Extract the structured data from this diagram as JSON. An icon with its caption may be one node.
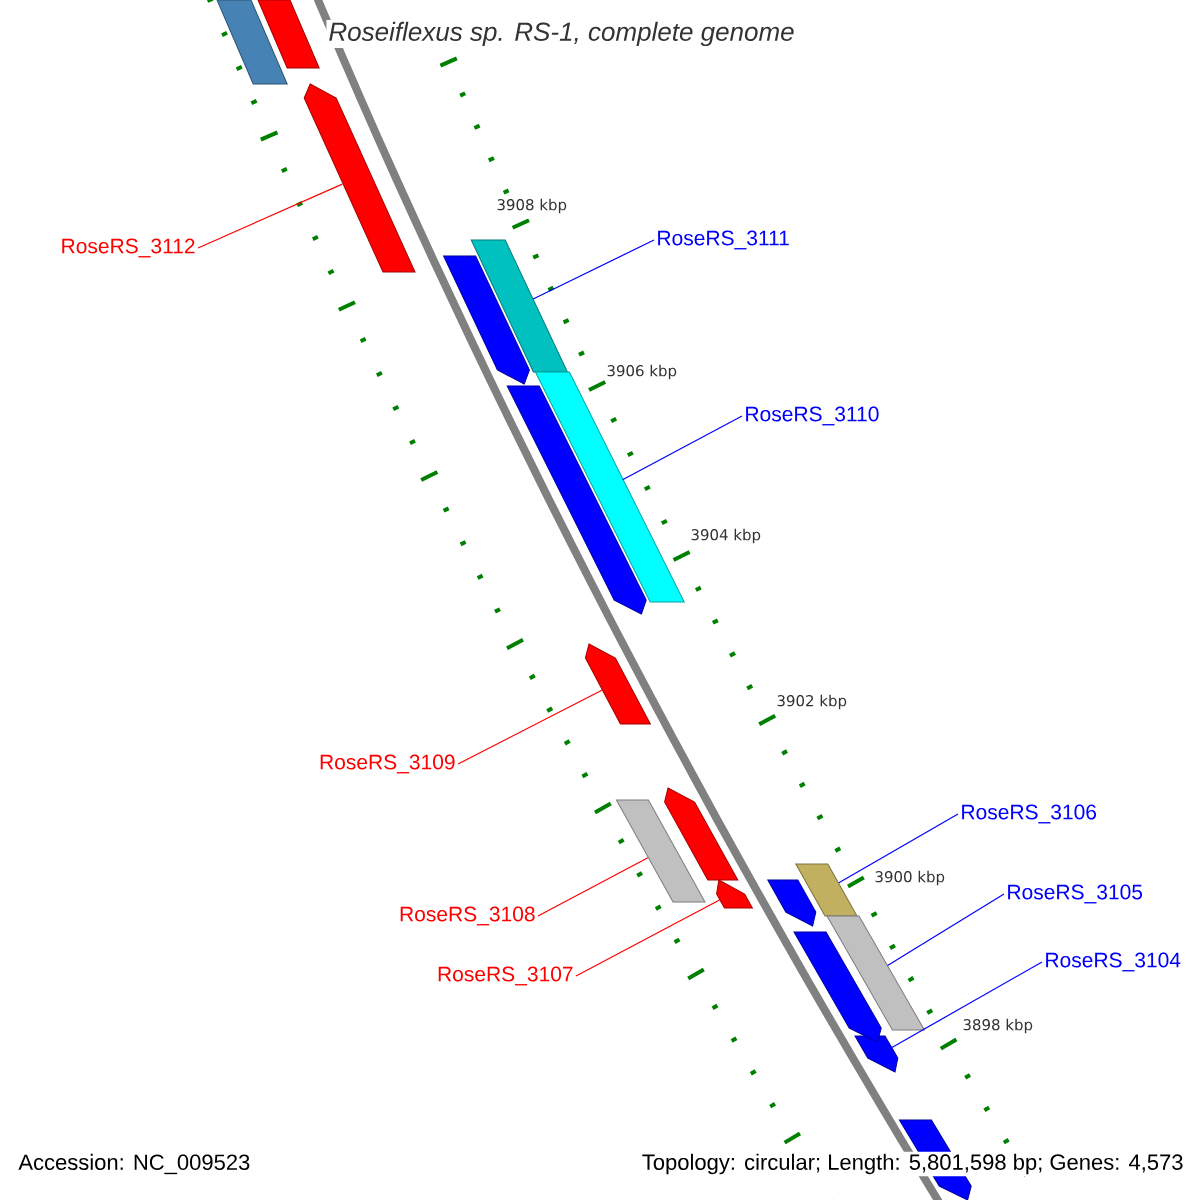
{
  "diagram": {
    "title": "Roseiflexus sp. RS-1, complete genome",
    "nodes": [
      {
        "text": [
          "RoseRS_3112"
        ]
      },
      {
        "text": [
          "RoseRS_3111"
        ]
      },
      {
        "text": [
          "RoseRS_3110"
        ]
      },
      {
        "text": [
          "RoseRS_3109"
        ]
      },
      {
        "text": [
          "RoseRS_3108"
        ]
      },
      {
        "text": [
          "RoseRS_3107"
        ]
      },
      {
        "text": [
          "RoseRS_3106"
        ]
      },
      {
        "text": [
          "RoseRS_3105"
        ]
      },
      {
        "text": [
          "RoseRS_3104"
        ]
      },
      {
        "text": [],
        "shape": "bar"
      },
      {
        "text": [],
        "shape": "bar"
      },
      {
        "text": [],
        "shape": "bar"
      },
      {
        "text": [],
        "shape": "bar"
      },
      {
        "text": [],
        "shape": "bar"
      },
      {
        "text": [],
        "shape": "bar"
      },
      {
        "text": [],
        "shape": "bar"
      },
      {
        "text": [],
        "shape": "bar"
      },
      {
        "text": [],
        "shape": "bar"
      },
      {
        "text": [],
        "shape": "bar"
      },
      {
        "text": [],
        "shape": "bar"
      },
      {
        "text": [],
        "shape": "bar"
      },
      {
        "text": [],
        "shape": "bar"
      },
      {
        "text": [],
        "shape": "bar"
      },
      {
        "text": [],
        "shape": "bar"
      },
      {
        "text": [],
        "shape": "bar"
      },
      {
        "text": [],
        "shape": "bar"
      }
    ],
    "edges": [
      {
        "from": 0,
        "to": 9,
        "arrow": "none",
        "color": "#ff0000"
      },
      {
        "from": 1,
        "to": 10,
        "arrow": "none",
        "color": "#0000ff"
      },
      {
        "from": 2,
        "to": 11,
        "arrow": "none",
        "color": "#0000ff"
      },
      {
        "from": 3,
        "to": 12,
        "arrow": "none",
        "color": "#ff0000"
      },
      {
        "from": 4,
        "to": 13,
        "arrow": "none",
        "color": "#ff0000"
      },
      {
        "from": 5,
        "to": 14,
        "arrow": "none",
        "color": "#ff0000"
      },
      {
        "from": 6,
        "to": 15,
        "arrow": "none",
        "color": "#0000ff"
      },
      {
        "from": 7,
        "to": 16,
        "arrow": "none",
        "color": "#0000ff"
      },
      {
        "from": 8,
        "to": 17,
        "arrow": "none",
        "color": "#0000ff"
      }
    ],
    "labels": [
      "3908 kbp",
      "3906 kbp",
      "3904 kbp",
      "3902 kbp",
      "3900 kbp",
      "3898 kbp",
      "Accession: NC_009523",
      "Topology: circular; Length: 5,801,598 bp; Genes: 4,573"
    ]
  }
}
